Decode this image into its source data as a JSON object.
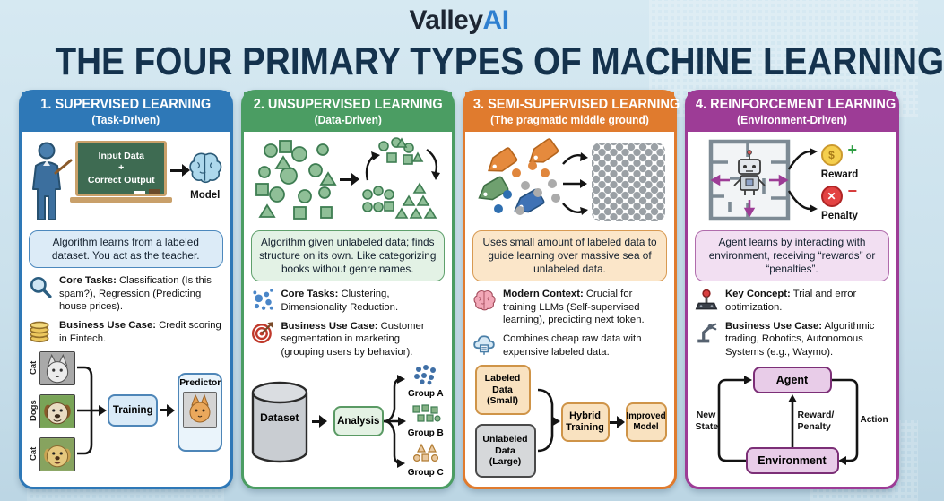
{
  "page": {
    "brand_primary": "Valley",
    "brand_accent": "AI",
    "title": "THE FOUR PRIMARY TYPES OF MACHINE LEARNING"
  },
  "colors": {
    "background": "#cde2ec",
    "title_text": "#14324d",
    "brand_primary_text": "#1d2633",
    "brand_accent_text": "#2e7fd0",
    "card1_accent": "#2e78b7",
    "card2_accent": "#4b9d63",
    "card3_accent": "#e07b2e",
    "card4_accent": "#9d3c96",
    "reward_green": "#2f9e44",
    "penalty_red": "#d63b3b"
  },
  "cards": [
    {
      "title": "1. SUPERVISED LEARNING",
      "subtitle": "(Task-Driven)",
      "illustration": {
        "board_line1": "Input Data",
        "board_plus": "+",
        "board_line2": "Correct Output",
        "model_label": "Model"
      },
      "description": "Algorithm learns from a labeled dataset. You act as the teacher.",
      "bullets": [
        {
          "icon": "magnifier-icon",
          "label": "Core Tasks:",
          "text": " Classification (Is this spam?), Regression (Predicting house prices)."
        },
        {
          "icon": "coins-icon",
          "label": "Business Use Case:",
          "text": " Credit scoring in Fintech."
        }
      ],
      "flow": {
        "image_labels": [
          "Cat",
          "Dogs",
          "Cat"
        ],
        "training": "Training",
        "predictor": "Predictor"
      }
    },
    {
      "title": "2. UNSUPERVISED LEARNING",
      "subtitle": "(Data-Driven)",
      "description": "Algorithm given unlabeled data; finds structure on its own. Like categorizing books without genre names.",
      "bullets": [
        {
          "icon": "cluster-icon",
          "label": "Core Tasks:",
          "text": " Clustering, Dimensionality Reduction."
        },
        {
          "icon": "target-icon",
          "label": "Business Use Case:",
          "text": " Customer segmentation in marketing (grouping users by behavior)."
        }
      ],
      "flow": {
        "dataset": "Dataset",
        "analysis": "Analysis",
        "groups": [
          "Group A",
          "Group B",
          "Group C"
        ]
      }
    },
    {
      "title": "3. SEMI-SUPERVISED LEARNING",
      "subtitle": "(The pragmatic middle ground)",
      "description": "Uses small amount of labeled data to guide learning over massive sea of unlabeled data.",
      "bullets": [
        {
          "icon": "brain-icon",
          "label": "Modern Context:",
          "text": " Crucial for training LLMs (Self-supervised learning), predicting next token."
        },
        {
          "icon": "cloud-data-icon",
          "label": "",
          "text": "Combines cheap raw data with expensive labeled data."
        }
      ],
      "flow": {
        "labeled": "Labeled\nData\n(Small)",
        "unlabeled": "Unlabeled\nData\n(Large)",
        "hybrid": "Hybrid\nTraining",
        "improved": "Improved\nModel"
      }
    },
    {
      "title": "4. REINFORCEMENT LEARNING",
      "subtitle": "(Environment-Driven)",
      "illustration": {
        "reward_label": "Reward",
        "penalty_label": "Penalty",
        "coin_symbol": "$",
        "plus_symbol": "+",
        "minus_symbol": "−",
        "x_symbol": "✕"
      },
      "description": "Agent learns by interacting with environment, receiving “rewards” or “penalties”.",
      "bullets": [
        {
          "icon": "joystick-icon",
          "label": "Key Concept:",
          "text": " Trial and error optimization."
        },
        {
          "icon": "robot-arm-icon",
          "label": "Business Use Case:",
          "text": " Algorithmic trading, Robotics, Autonomous Systems (e.g., Waymo)."
        }
      ],
      "flow": {
        "agent": "Agent",
        "environment": "Environment",
        "new_state": "New\nState",
        "reward_penalty": "Reward/\nPenalty",
        "action": "Action"
      }
    }
  ]
}
